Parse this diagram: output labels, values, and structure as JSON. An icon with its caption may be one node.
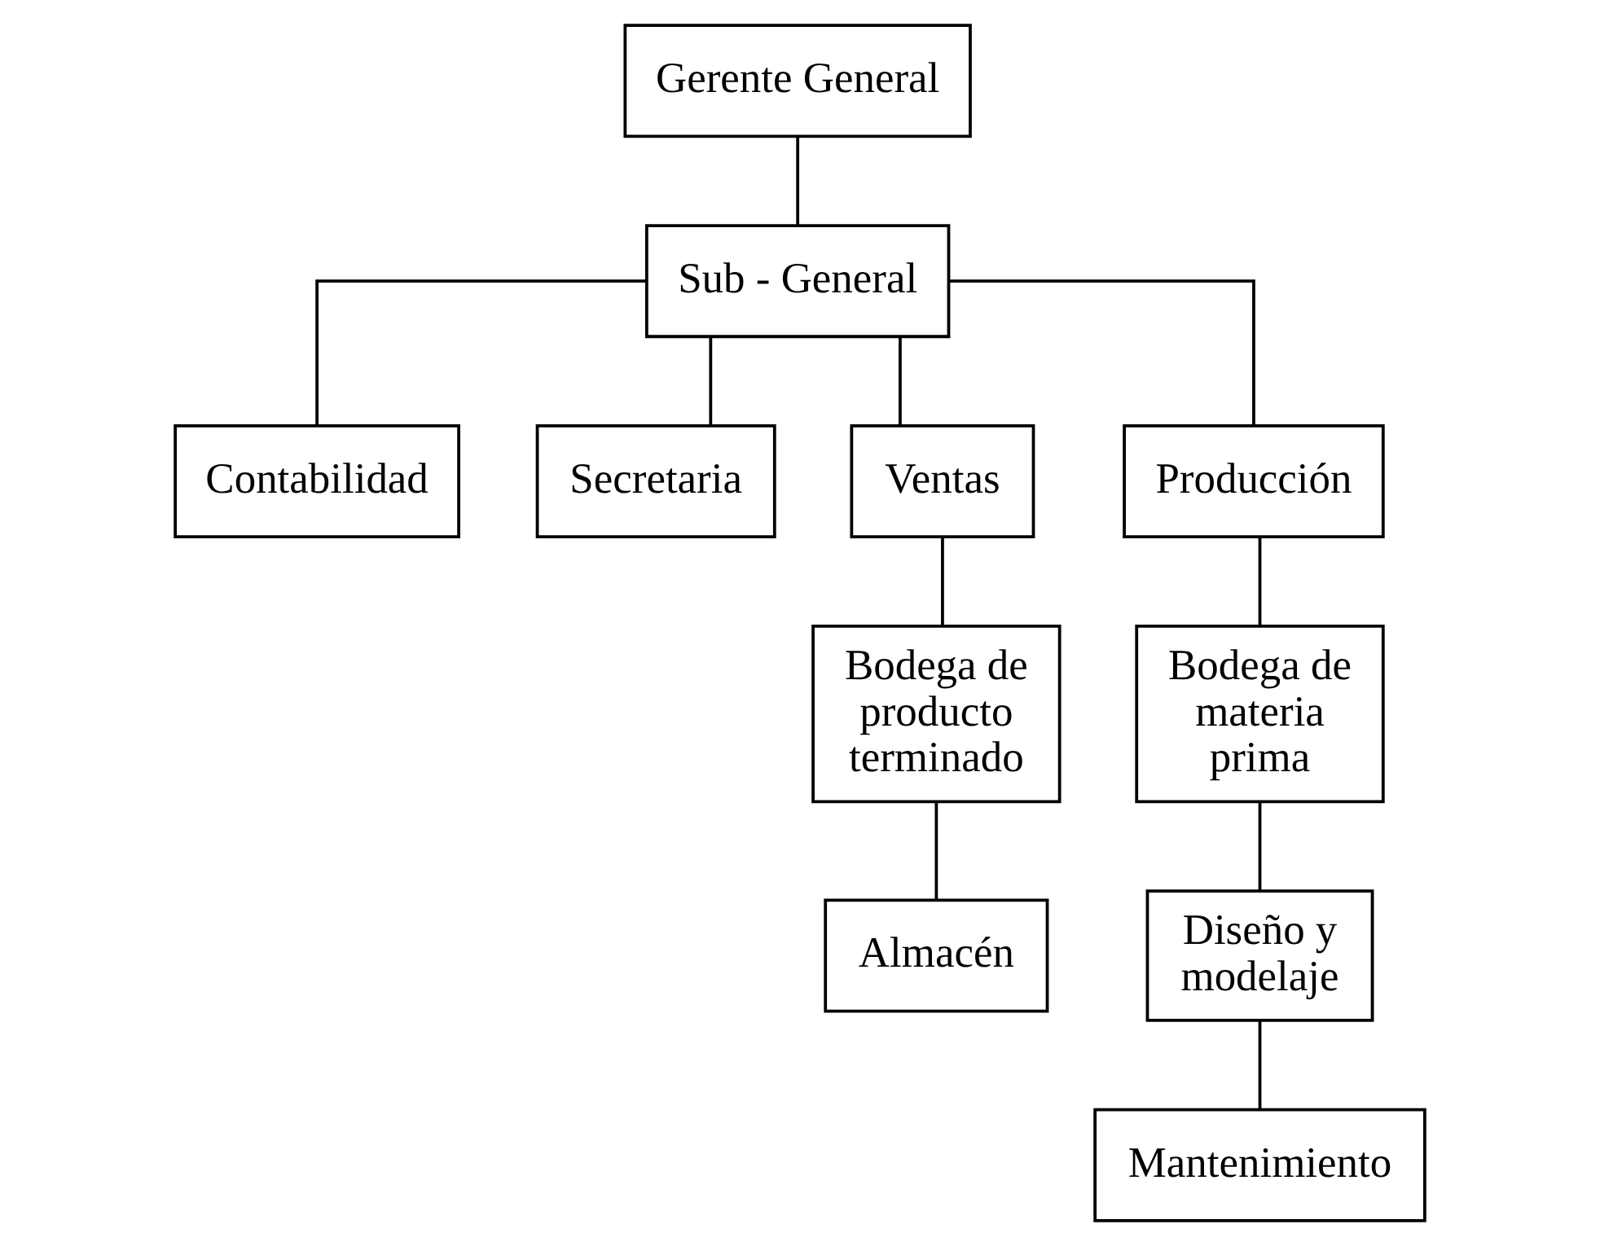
{
  "diagram": {
    "nodes": [
      {
        "text": [
          "Gerente General"
        ]
      },
      {
        "text": [
          "Sub - General"
        ]
      },
      {
        "text": [
          "Contabilidad"
        ]
      },
      {
        "text": [
          "Secretaria"
        ]
      },
      {
        "text": [
          "Ventas"
        ]
      },
      {
        "text": [
          "Producción"
        ]
      },
      {
        "text": [
          "Bodega de producto terminado"
        ]
      },
      {
        "text": [
          "Almacén"
        ]
      },
      {
        "text": [
          "Bodega de materia prima"
        ]
      },
      {
        "text": [
          "Diseño y modelaje"
        ]
      },
      {
        "text": [
          "Mantenimiento"
        ]
      }
    ],
    "edges": [
      {
        "from": 0,
        "to": 1,
        "arrow": "none"
      },
      {
        "from": 1,
        "to": 2,
        "arrow": "none"
      },
      {
        "from": 1,
        "to": 3,
        "arrow": "none"
      },
      {
        "from": 1,
        "to": 4,
        "arrow": "none"
      },
      {
        "from": 1,
        "to": 5,
        "arrow": "none"
      },
      {
        "from": 4,
        "to": 6,
        "arrow": "none"
      },
      {
        "from": 6,
        "to": 7,
        "arrow": "none"
      },
      {
        "from": 5,
        "to": 8,
        "arrow": "none"
      },
      {
        "from": 8,
        "to": 9,
        "arrow": "none"
      },
      {
        "from": 9,
        "to": 10,
        "arrow": "none"
      }
    ]
  }
}
